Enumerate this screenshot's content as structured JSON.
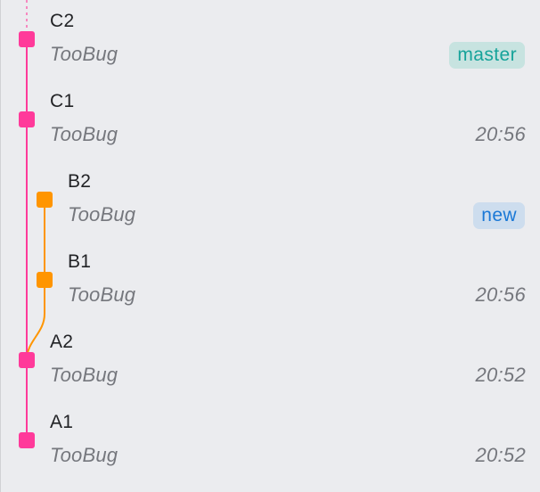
{
  "colors": {
    "background": "#ebecef",
    "main_lane": "#ff3a9a",
    "branch_lane": "#ff9500",
    "author_text": "#75777d",
    "title_text": "#222326"
  },
  "graph": {
    "lanes": [
      {
        "name": "main",
        "color": "#ff3a9a"
      },
      {
        "name": "branch",
        "color": "#ff9500"
      }
    ]
  },
  "commits": [
    {
      "title": "C2",
      "author": "TooBug",
      "time": "",
      "badge": "master",
      "lane": 0,
      "badge_bg": "#c7e3e0",
      "badge_fg": "#16a39a"
    },
    {
      "title": "C1",
      "author": "TooBug",
      "time": "20:56",
      "badge": "",
      "lane": 0
    },
    {
      "title": "B2",
      "author": "TooBug",
      "time": "",
      "badge": "new",
      "lane": 1,
      "badge_bg": "#cdddee",
      "badge_fg": "#1a78d6"
    },
    {
      "title": "B1",
      "author": "TooBug",
      "time": "20:56",
      "badge": "",
      "lane": 1
    },
    {
      "title": "A2",
      "author": "TooBug",
      "time": "20:52",
      "badge": "",
      "lane": 0
    },
    {
      "title": "A1",
      "author": "TooBug",
      "time": "20:52",
      "badge": "",
      "lane": 0
    }
  ]
}
